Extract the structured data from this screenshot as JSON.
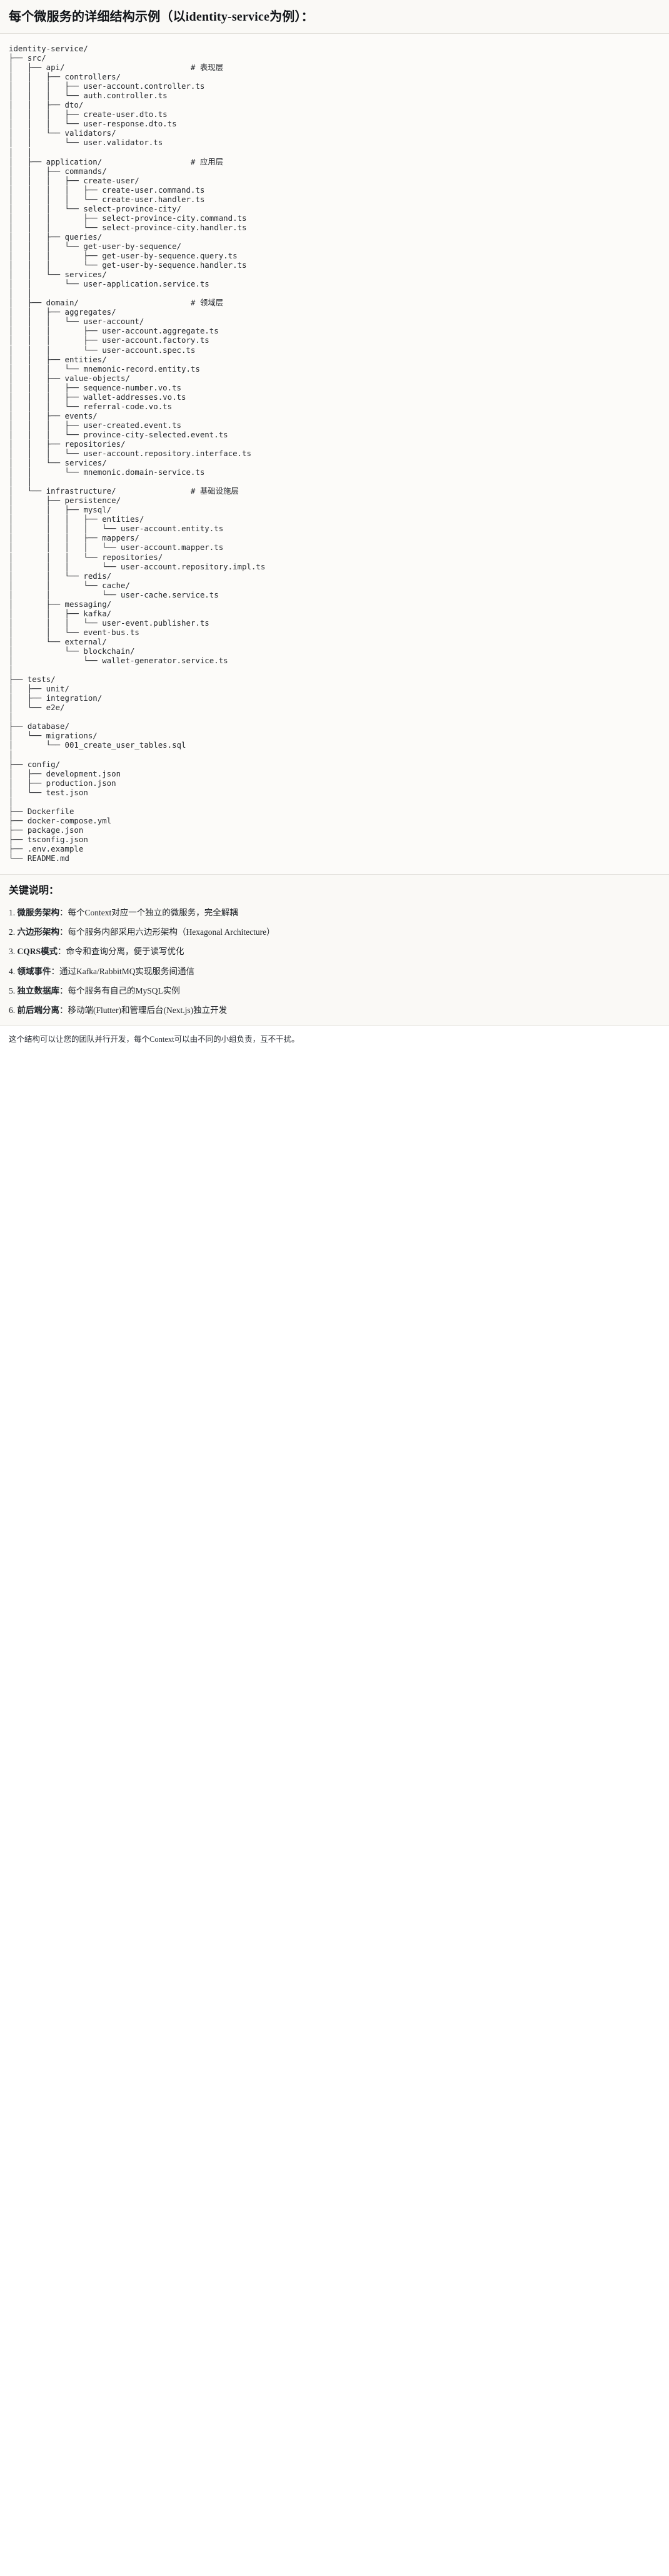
{
  "header": {
    "title": "每个微服务的详细结构示例（以identity-service为例）："
  },
  "code_block": {
    "language": "text",
    "tree": "identity-service/\n├── src/\n│   ├── api/                           # 表现层\n│   │   ├── controllers/\n│   │   │   ├── user-account.controller.ts\n│   │   │   └── auth.controller.ts\n│   │   ├── dto/\n│   │   │   ├── create-user.dto.ts\n│   │   │   └── user-response.dto.ts\n│   │   └── validators/\n│   │       └── user.validator.ts\n│   │\n│   ├── application/                   # 应用层\n│   │   ├── commands/\n│   │   │   ├── create-user/\n│   │   │   │   ├── create-user.command.ts\n│   │   │   │   └── create-user.handler.ts\n│   │   │   └── select-province-city/\n│   │   │       ├── select-province-city.command.ts\n│   │   │       └── select-province-city.handler.ts\n│   │   ├── queries/\n│   │   │   └── get-user-by-sequence/\n│   │   │       ├── get-user-by-sequence.query.ts\n│   │   │       └── get-user-by-sequence.handler.ts\n│   │   └── services/\n│   │       └── user-application.service.ts\n│   │\n│   ├── domain/                        # 领域层\n│   │   ├── aggregates/\n│   │   │   └── user-account/\n│   │   │       ├── user-account.aggregate.ts\n│   │   │       ├── user-account.factory.ts\n│   │   │       └── user-account.spec.ts\n│   │   ├── entities/\n│   │   │   └── mnemonic-record.entity.ts\n│   │   ├── value-objects/\n│   │   │   ├── sequence-number.vo.ts\n│   │   │   ├── wallet-addresses.vo.ts\n│   │   │   └── referral-code.vo.ts\n│   │   ├── events/\n│   │   │   ├── user-created.event.ts\n│   │   │   └── province-city-selected.event.ts\n│   │   ├── repositories/\n│   │   │   └── user-account.repository.interface.ts\n│   │   └── services/\n│   │       └── mnemonic.domain-service.ts\n│   │\n│   └── infrastructure/                # 基础设施层\n│       ├── persistence/\n│       │   ├── mysql/\n│       │   │   ├── entities/\n│       │   │   │   └── user-account.entity.ts\n│       │   │   ├── mappers/\n│       │   │   │   └── user-account.mapper.ts\n│       │   │   └── repositories/\n│       │   │       └── user-account.repository.impl.ts\n│       │   └── redis/\n│       │       └── cache/\n│       │           └── user-cache.service.ts\n│       ├── messaging/\n│       │   ├── kafka/\n│       │   │   └── user-event.publisher.ts\n│       │   └── event-bus.ts\n│       └── external/\n│           └── blockchain/\n│               └── wallet-generator.service.ts\n│\n├── tests/\n│   ├── unit/\n│   ├── integration/\n│   └── e2e/\n│\n├── database/\n│   └── migrations/\n│       └── 001_create_user_tables.sql\n│\n├── config/\n│   ├── development.json\n│   ├── production.json\n│   └── test.json\n│\n├── Dockerfile\n├── docker-compose.yml\n├── package.json\n├── tsconfig.json\n├── .env.example\n└── README.md",
    "layer_comments": [
      {
        "path": "api/",
        "comment": "# 表现层"
      },
      {
        "path": "application/",
        "comment": "# 应用层"
      },
      {
        "path": "domain/",
        "comment": "# 领域层"
      },
      {
        "path": "infrastructure/",
        "comment": "# 基础设施层"
      }
    ]
  },
  "notes": {
    "heading": "关键说明：",
    "items": [
      {
        "term": "微服务架构",
        "desc": "：每个Context对应一个独立的微服务，完全解耦"
      },
      {
        "term": "六边形架构",
        "desc": "：每个服务内部采用六边形架构（Hexagonal Architecture）"
      },
      {
        "term": "CQRS模式",
        "desc": "：命令和查询分离，便于读写优化"
      },
      {
        "term": "领域事件",
        "desc": "：通过Kafka/RabbitMQ实现服务间通信"
      },
      {
        "term": "独立数据库",
        "desc": "：每个服务有自己的MySQL实例"
      },
      {
        "term": "前后端分离",
        "desc": "：移动端(Flutter)和管理后台(Next.js)独立开发"
      }
    ]
  },
  "footer": {
    "text": "这个结构可以让您的团队并行开发，每个Context可以由不同的小组负责，互不干扰。"
  }
}
